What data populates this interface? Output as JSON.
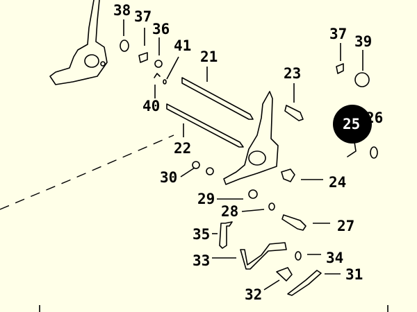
{
  "diagram": {
    "callouts": {
      "c38": "38",
      "c37a": "37",
      "c36": "36",
      "c41": "41",
      "c21": "21",
      "c23": "23",
      "c37b": "37",
      "c39": "39",
      "c40": "40",
      "c22": "22",
      "c25": "25",
      "c26": "26",
      "c30": "30",
      "c24": "24",
      "c29": "29",
      "c28": "28",
      "c27": "27",
      "c35": "35",
      "c33": "33",
      "c34": "34",
      "c31": "31",
      "c32": "32"
    },
    "highlighted_callout": "25",
    "colors": {
      "background": "#ffffe8",
      "ink": "#000000",
      "highlight": "#000000"
    }
  }
}
